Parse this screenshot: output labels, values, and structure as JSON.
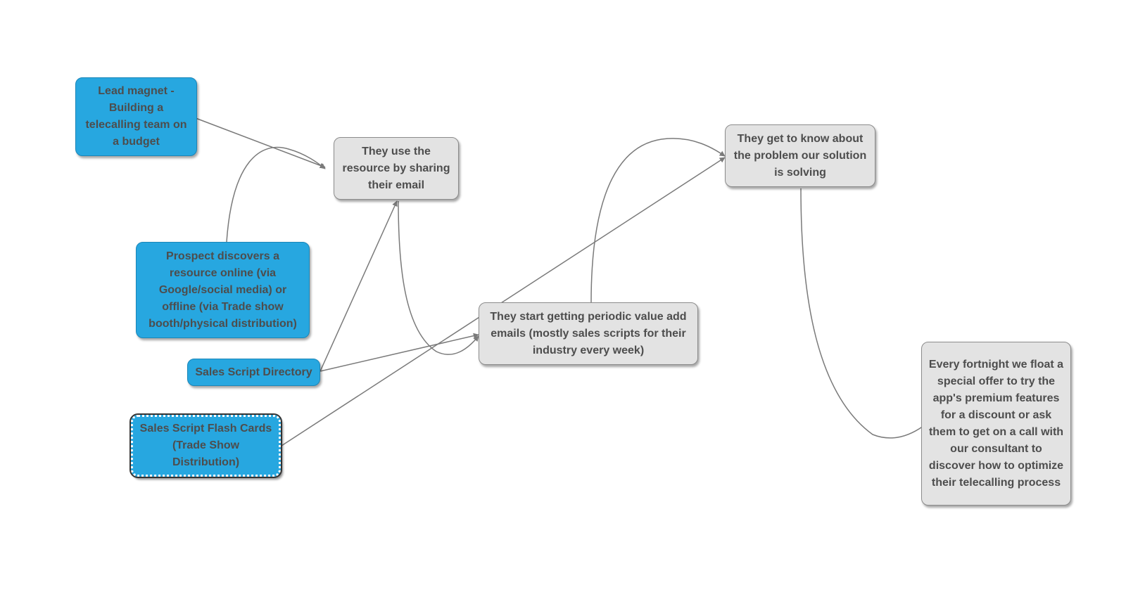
{
  "colors": {
    "source_fill": "#27a7e0",
    "step_fill": "#e3e3e3",
    "text": "#4d4d4d",
    "edge": "#7a7a7a"
  },
  "nodes": {
    "lead_magnet": "Lead magnet - Building a telecalling team on a budget",
    "prospect_discovers": "Prospect discovers a resource online (via Google/social media) or offline (via Trade show booth/physical distribution)",
    "sales_script_directory": "Sales Script Directory",
    "sales_script_flash_cards": "Sales Script Flash Cards (Trade Show Distribution)",
    "use_resource": "They use the resource by sharing their email",
    "periodic_emails": "They start getting periodic value add emails (mostly sales scripts for their industry every week)",
    "know_problem": "They get to know about the problem our solution is solving",
    "special_offer": "Every fortnight we float a special offer to try the app's premium features for a discount or ask them to get on a call with our consultant to discover how to optimize their telecalling process"
  },
  "edges": [
    {
      "from": "lead_magnet",
      "to": "use_resource"
    },
    {
      "from": "prospect_discovers",
      "to": "use_resource"
    },
    {
      "from": "sales_script_directory",
      "to": "use_resource"
    },
    {
      "from": "sales_script_directory",
      "to": "periodic_emails"
    },
    {
      "from": "use_resource",
      "to": "periodic_emails"
    },
    {
      "from": "sales_script_flash_cards",
      "to": "know_problem"
    },
    {
      "from": "periodic_emails",
      "to": "know_problem"
    },
    {
      "from": "know_problem",
      "to": "special_offer"
    }
  ]
}
